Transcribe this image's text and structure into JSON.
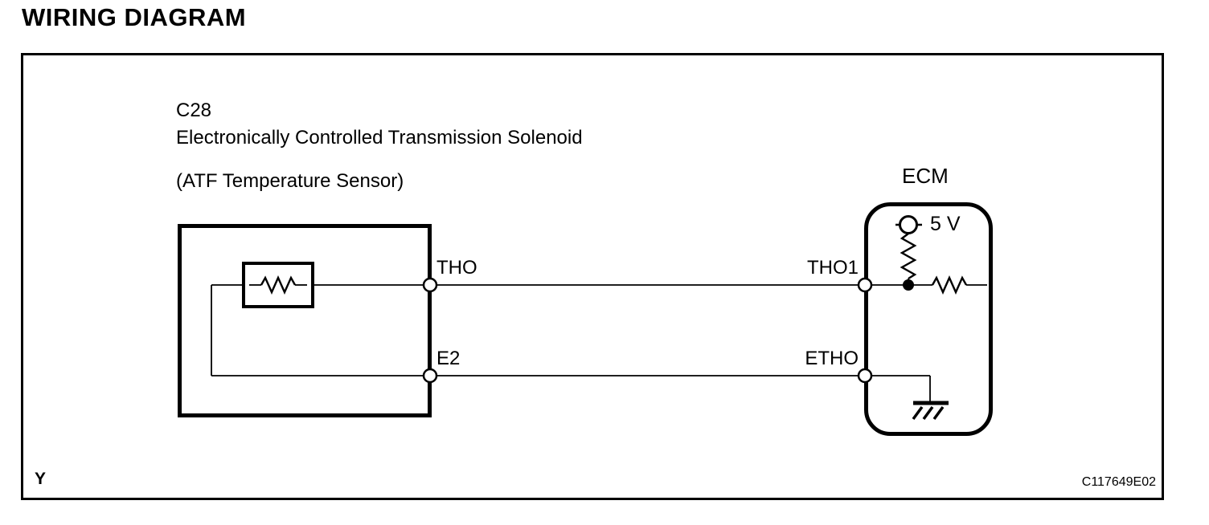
{
  "page": {
    "title": "WIRING DIAGRAM",
    "footer_marker": "Y",
    "figure_code": "C117649E02"
  },
  "diagram": {
    "connector": {
      "id": "C28",
      "name": "Electronically Controlled Transmission Solenoid",
      "subtitle": "(ATF Temperature Sensor)"
    },
    "ecm": {
      "label": "ECM",
      "supply_voltage": "5 V"
    },
    "pins": {
      "sensor_signal": "THO",
      "sensor_ground": "E2",
      "ecm_signal": "THO1",
      "ecm_ground": "ETHO"
    },
    "colors": {
      "line": "#000000",
      "background": "#ffffff"
    }
  }
}
